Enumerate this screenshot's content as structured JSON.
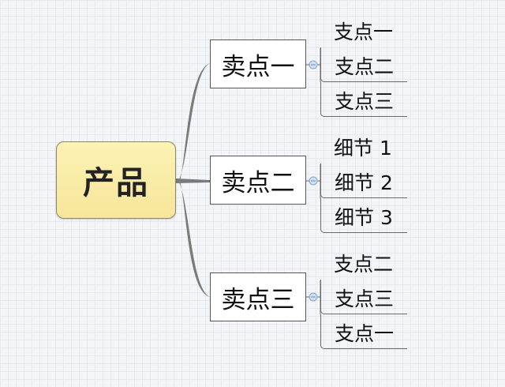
{
  "root": {
    "label": "产品"
  },
  "branches": [
    {
      "label": "卖点一",
      "children": [
        "支点一",
        "支点二",
        "支点三"
      ]
    },
    {
      "label": "卖点二",
      "children": [
        "细节 1",
        "细节 2",
        "细节 3"
      ]
    },
    {
      "label": "卖点三",
      "children": [
        "支点二",
        "支点三",
        "支点一"
      ]
    }
  ],
  "colors": {
    "root_fill": "#f7e69a",
    "root_border": "#8d8668",
    "connector": "#777777",
    "collapse_toggle": "#cfe0f4",
    "background": "#f3f5f8"
  }
}
